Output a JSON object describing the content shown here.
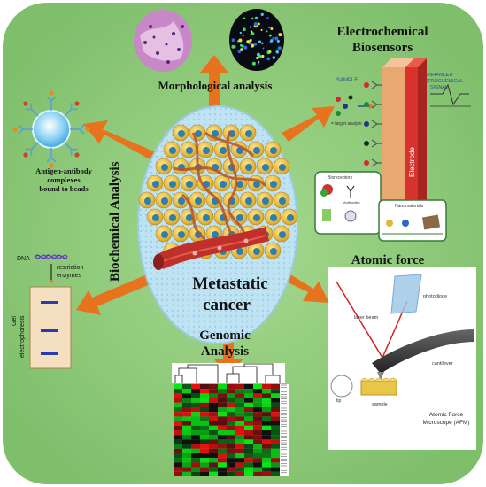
{
  "center": {
    "line1": "Metastatic",
    "line2": "cancer"
  },
  "morphological": {
    "label": "Morphological analysis"
  },
  "electrochemical": {
    "title_line1": "Electrochemical",
    "title_line2": "Biosensors",
    "sample": "SAMPLE",
    "enhanced_line1": "ENHANCED",
    "enhanced_line2": "ELECTROCHEMICAL",
    "enhanced_line3": "SIGNAL",
    "target_analyte": "= target analyte",
    "electrode": "Electrode",
    "bioreceptors": "Bioreceptors",
    "antibodies": "Antibodies",
    "nanomaterials": "Nanomaterials"
  },
  "biochemical": {
    "vertical_label": "Biochemical Analysis",
    "beads_line1": "Antigen-antibody",
    "beads_line2": "complexes",
    "beads_line3": "bound to beads",
    "dna": "DNA",
    "restriction_line1": "restriction",
    "restriction_line2": "enzymes",
    "gel": "Gel",
    "electrophoresis": "electrophoresis"
  },
  "afm": {
    "title_line1": "Atomic force",
    "title_line2": "microscopy",
    "laser_beam": "laser beam",
    "photodiode": "photodiode",
    "cantilever": "cantilever",
    "tip": "tip",
    "sample": "sample",
    "caption_line1": "Atomic Force",
    "caption_line2": "Microscope (AFM)"
  },
  "genomic": {
    "line1": "Genomic",
    "line2": "Analysis"
  },
  "colors": {
    "background_green": "#8cc878",
    "arrow_orange": "#e8731f",
    "tissue_blue": "#bfe3f2",
    "cell_yellow": "#f2c84b",
    "vessel_red": "#c0302a"
  }
}
